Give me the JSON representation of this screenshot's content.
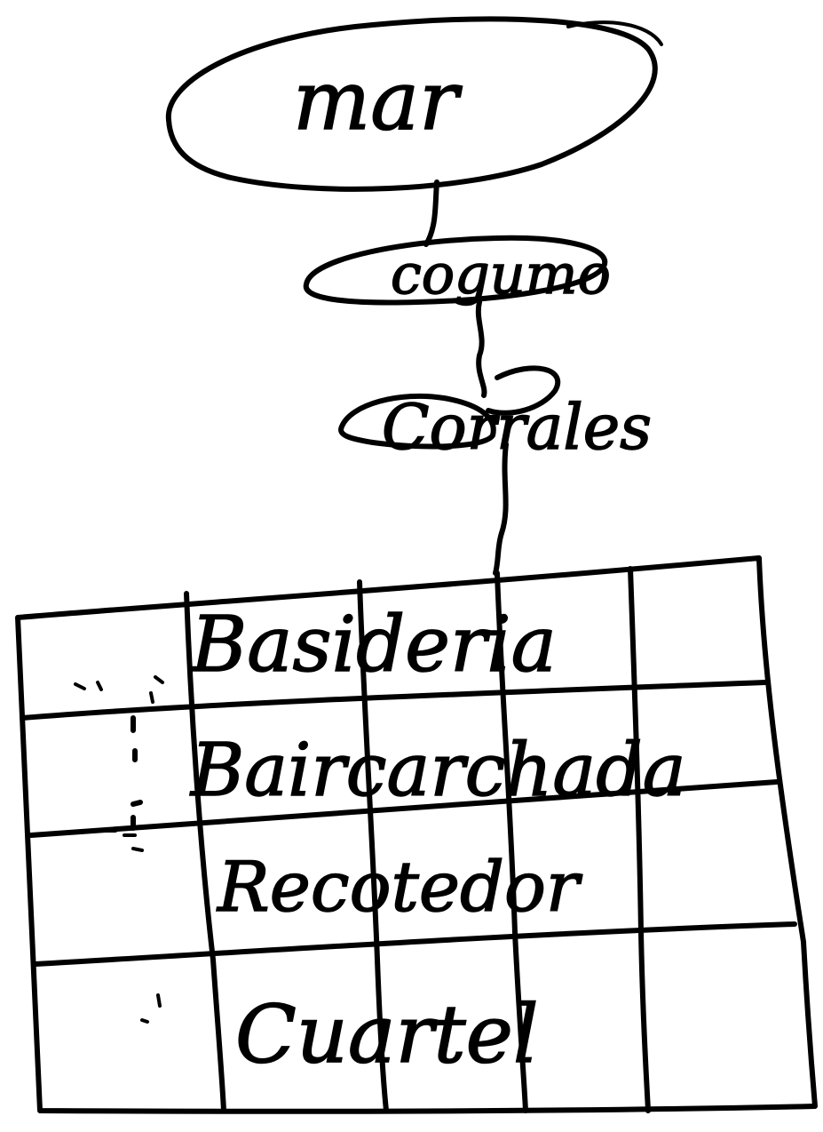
{
  "nodes": {
    "top_label": "mar",
    "mid_label": "cogumo",
    "low_label": "Corrales"
  },
  "table": {
    "rows": [
      "Basideria",
      "Baircarchada",
      "Recotedor",
      "Cuartel"
    ]
  }
}
